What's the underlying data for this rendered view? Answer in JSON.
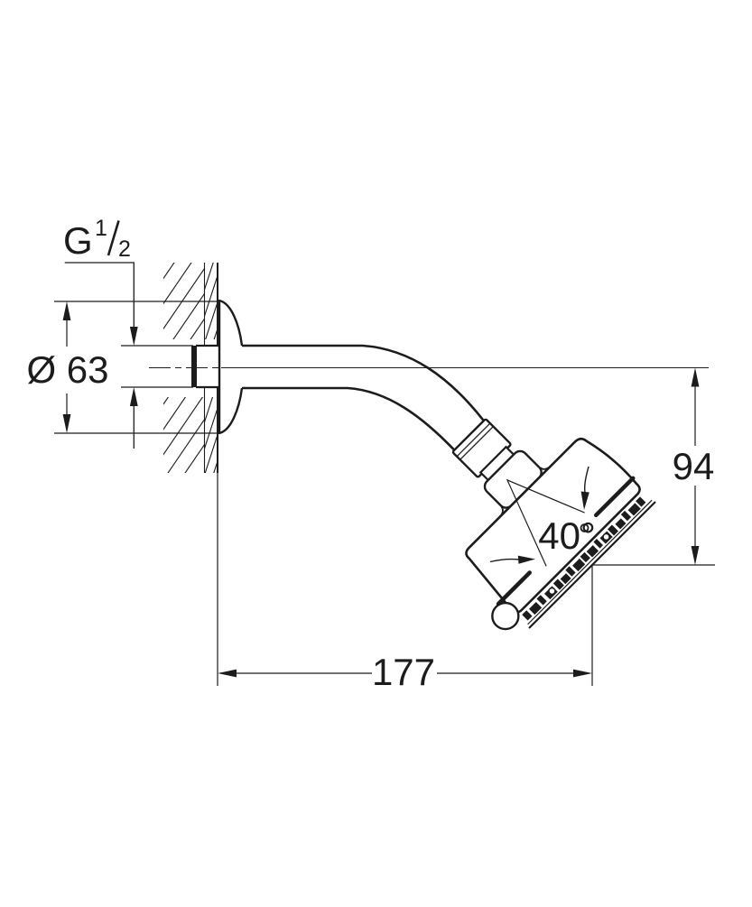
{
  "colors": {
    "line": "#1c1c1c",
    "background": "#ffffff"
  },
  "annotations": {
    "thread": {
      "prefix": "G",
      "numerator": "1",
      "denominator": "2"
    },
    "flange_diameter": "Ø 63",
    "head_height": "94",
    "wall_reach": "177",
    "spray_angle": "40°"
  }
}
